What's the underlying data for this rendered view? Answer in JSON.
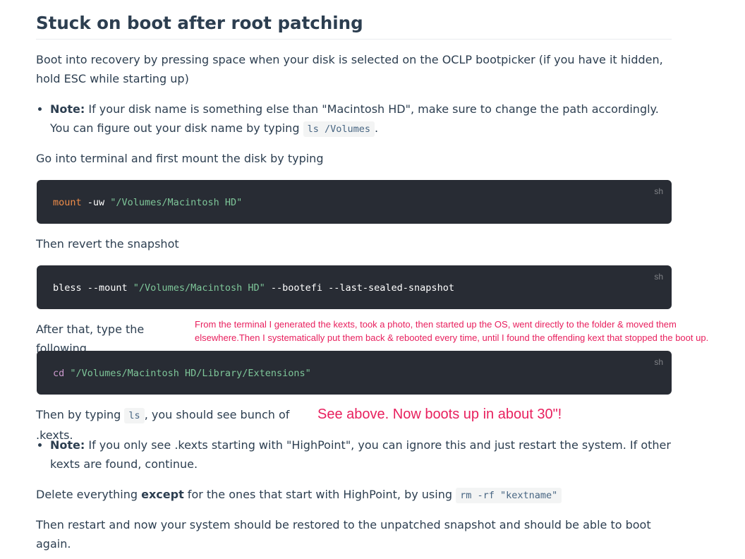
{
  "heading": "Stuck on boot after root patching",
  "intro": "Boot into recovery by pressing space when your disk is selected on the OCLP bootpicker (if you have it hidden, hold ESC while starting up)",
  "note1": {
    "label": "Note:",
    "text_before": " If your disk name is something else than \"Macintosh HD\", make sure to change the path accordingly. You can figure out your disk name by typing ",
    "code": "ls /Volumes",
    "text_after": "."
  },
  "step_mount": "Go into terminal and first mount the disk by typing",
  "code_mount": {
    "lang": "sh",
    "cmd": "mount",
    "args": " -uw ",
    "path": "\"/Volumes/Macintosh HD\""
  },
  "step_revert": "Then revert the snapshot",
  "code_bless": {
    "lang": "sh",
    "cmd": "bless --mount ",
    "path": "\"/Volumes/Macintosh HD\"",
    "args": " --bootefi --last-sealed-snapshot"
  },
  "step_following": "After that, type the following",
  "code_cd": {
    "lang": "sh",
    "cmd": "cd",
    "path": "\"/Volumes/Macintosh HD/Library/Extensions\""
  },
  "step_ls": {
    "before": "Then by typing ",
    "code": "ls",
    "after": ", you should see bunch of .kexts."
  },
  "note2": {
    "label": "Note:",
    "text": " If you only see .kexts starting with \"HighPoint\", you can ignore this and just restart the system. If other kexts are found, continue."
  },
  "step_delete": {
    "before": "Delete everything ",
    "bold": "except",
    "after": " for the ones that start with HighPoint, by using ",
    "code": "rm -rf \"kextname\""
  },
  "step_restart": "Then restart and now your system should be restored to the unpatched snapshot and should be able to boot again.",
  "annotations": {
    "small_line1": "From the terminal I generated the kexts, took a photo, then started up the OS, went directly to the folder & moved them",
    "small_line2": "elsewhere.Then I systematically put them back & rebooted every time, until I found the offending kext that stopped the boot up.",
    "big": "See above. Now boots up in about 30\"!"
  },
  "colors": {
    "text": "#2c3e50",
    "code_bg": "#282c34",
    "annotation": "#e8205e",
    "string": "#7ec699",
    "command": "#f08d49",
    "keyword": "#cc99cd"
  }
}
